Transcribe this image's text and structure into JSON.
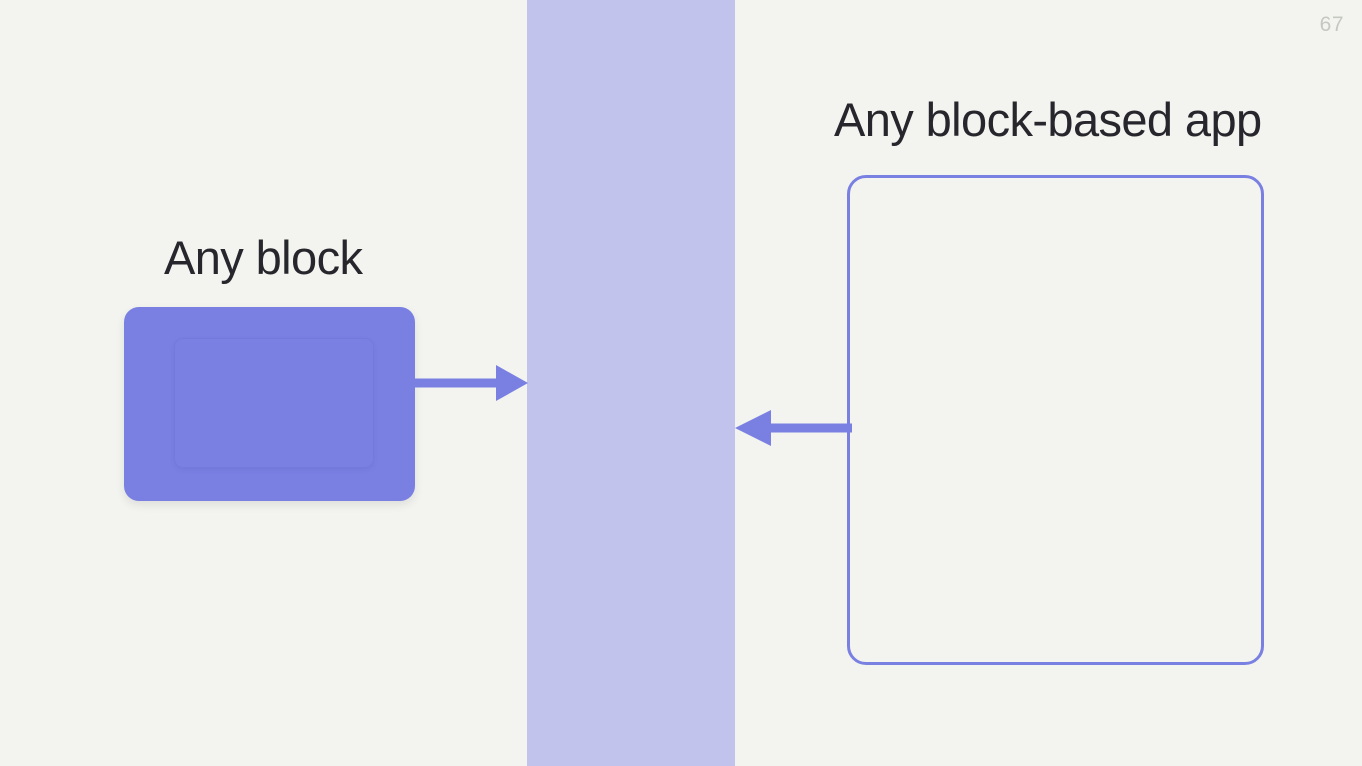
{
  "slide": {
    "page_number": "67",
    "background_color": "#f3f4ef",
    "accent_color": "#7a80e2",
    "band_color": "#c1c3ec",
    "text_color": "#26262c",
    "page_number_color": "#c6c7c2"
  },
  "left_section": {
    "heading": "Any block",
    "block_label": "",
    "shape_name": "rounded-purple-block"
  },
  "right_section": {
    "heading": "Any block-based app",
    "frame_label": "",
    "shape_name": "rounded-outlined-frame"
  },
  "center_band": {
    "label": ""
  },
  "arrows": [
    {
      "name": "arrow-block-to-band",
      "direction": "right",
      "color": "#7a80e2"
    },
    {
      "name": "arrow-app-to-band",
      "direction": "left",
      "color": "#7a80e2"
    }
  ]
}
